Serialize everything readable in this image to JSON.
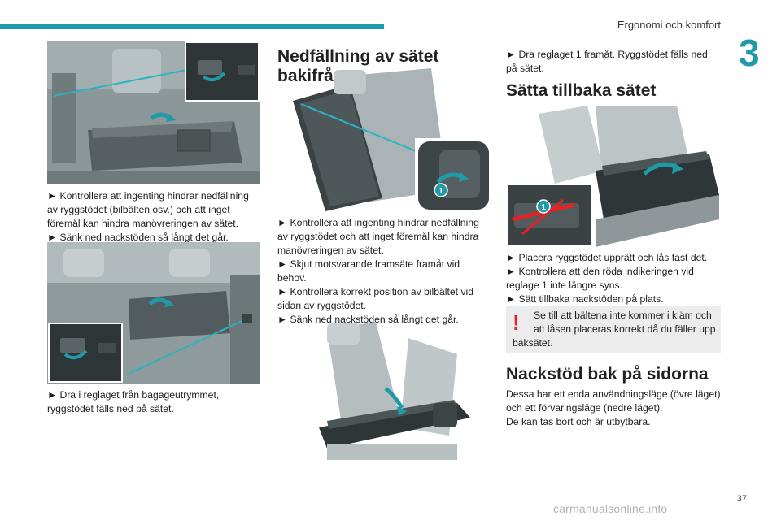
{
  "header": {
    "title": "Ergonomi och komfort",
    "chapter_number": "3"
  },
  "page_number": "37",
  "watermark": "carmanualsonline.info",
  "colors": {
    "accent": "#1f9aa8",
    "warning": "#e52222",
    "callout_line": "#29b4c3"
  },
  "col1": {
    "text1": [
      "► Kontrollera att ingenting hindrar nedfällning",
      "av ryggstödet (bilbälten osv.) och att inget",
      "föremål kan hindra manövreringen av sätet.",
      "► Sänk ned nackstöden så långt det går."
    ],
    "text2": [
      "► Dra i reglaget från bagageutrymmet,",
      "ryggstödet fälls ned på sätet."
    ]
  },
  "col2": {
    "heading": "Nedfällning av sätet bakifrån",
    "marker1": "1",
    "text1": [
      "► Kontrollera att ingenting hindrar nedfällning",
      "av ryggstödet och att inget föremål kan hindra",
      "manövreringen av sätet.",
      "► Skjut motsvarande framsäte framåt vid",
      "behov.",
      "► Kontrollera korrekt position av bilbältet vid",
      "sidan av ryggstödet.",
      "► Sänk ned nackstöden så långt det går."
    ]
  },
  "col3": {
    "text_top": [
      "► Dra reglaget 1 framåt. Ryggstödet fälls ned",
      "på sätet."
    ],
    "heading1": "Sätta tillbaka sätet",
    "marker1": "1",
    "text2": [
      "► Placera ryggstödet upprätt och lås fast det.",
      "► Kontrollera att den röda indikeringen vid",
      "reglage 1 inte längre syns.",
      "► Sätt tillbaka nackstöden på plats."
    ],
    "warning": {
      "icon": "!",
      "lines": [
        "Se till att bältena inte kommer i kläm och",
        "att låsen placeras korrekt då du fäller upp",
        "baksätet."
      ]
    },
    "heading2": "Nackstöd bak på sidorna",
    "text3": [
      "Dessa har ett enda användningsläge (övre läget)",
      "och ett förvaringsläge (nedre läget).",
      "De kan tas bort och är utbytbara."
    ]
  }
}
